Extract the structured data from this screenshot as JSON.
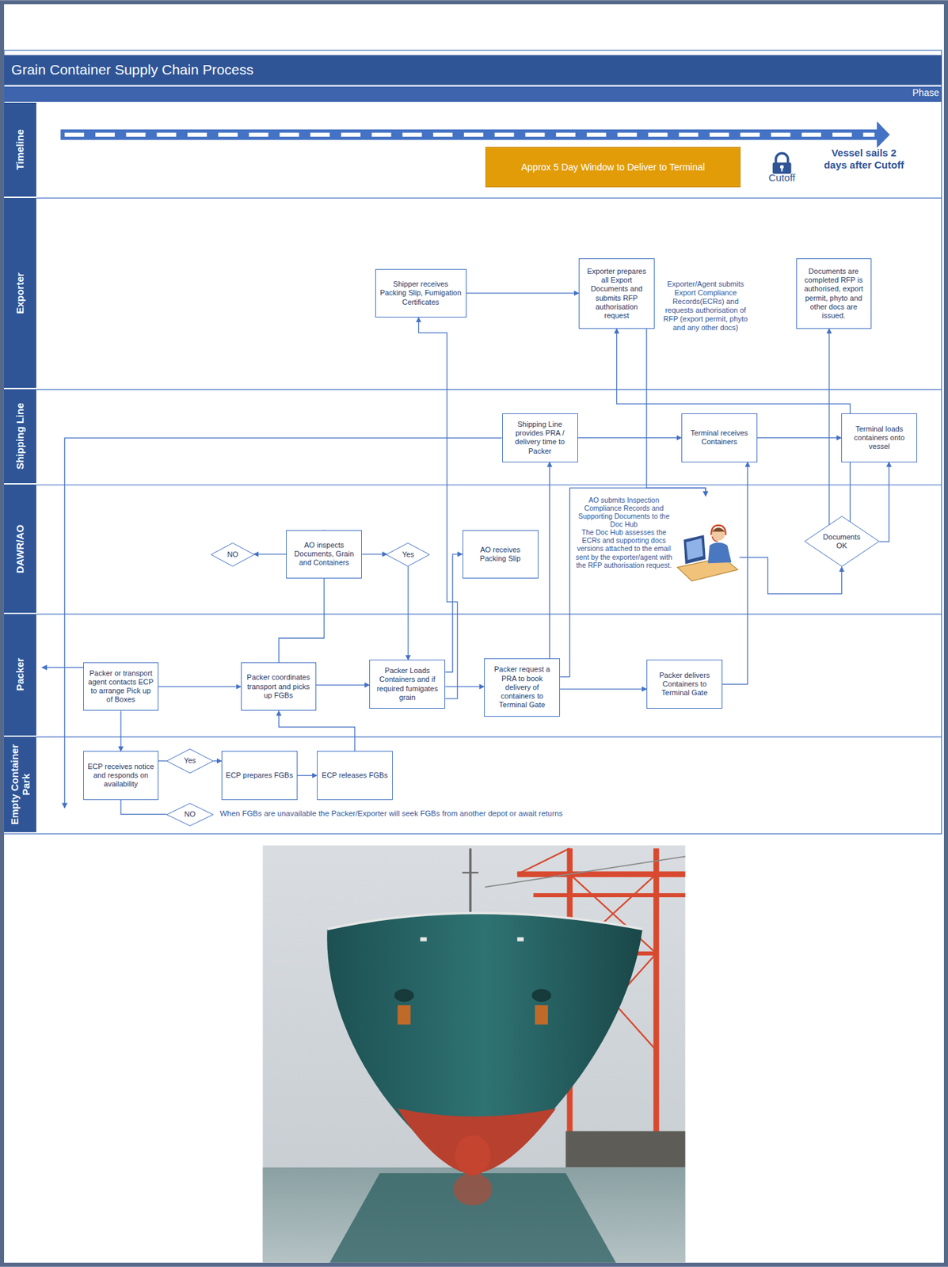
{
  "diagram": {
    "title": "Grain Container Supply Chain Process",
    "nodes": [
      {
        "text": [
          "Timeline"
        ]
      },
      {
        "text": [
          "Approx 5 Day Window to Deliver to Terminal"
        ],
        "in": 0
      },
      {
        "text": [
          "Exporter"
        ]
      },
      {
        "text": [
          "Shipper receives Packing Slip, Fumigation Certificates"
        ],
        "in": 2
      },
      {
        "text": [
          "Exporter prepares all Export Documents and submits RFP authorisation request"
        ],
        "in": 2
      },
      {
        "text": [
          "Documents are completed RFP is authorised, export permit, phyto and other docs are issued."
        ],
        "in": 2
      },
      {
        "text": [
          "Shipping Line"
        ]
      },
      {
        "text": [
          "Shipping Line provides PRA / delivery time to Packer"
        ],
        "in": 6
      },
      {
        "text": [
          "Terminal receives Containers"
        ],
        "in": 6
      },
      {
        "text": [
          "Terminal loads containers onto vessel"
        ],
        "in": 6
      },
      {
        "text": [
          "DAWR/AO"
        ]
      },
      {
        "text": [
          "NO"
        ],
        "in": 10
      },
      {
        "text": [
          "AO inspects Documents, Grain and Containers"
        ],
        "in": 10
      },
      {
        "text": [
          "Yes"
        ],
        "in": 10
      },
      {
        "text": [
          "AO receives Packing Slip"
        ],
        "in": 10
      },
      {
        "text": [
          "AO submits Inspection Compliance Records and Supporting Documents to the Doc Hub",
          "The Doc Hub assesses the ECRs and supporting docs versions attached to the email sent by the exporter/agent with the RFP authorisation request."
        ],
        "in": 10
      },
      {
        "text": [
          "Documents OK"
        ],
        "in": 10
      },
      {
        "text": [
          "Packer"
        ]
      },
      {
        "text": [
          "Packer or transport agent contacts ECP to arrange Pick up of Boxes"
        ],
        "in": 17
      },
      {
        "text": [
          "Packer coordinates transport and picks up FGBs"
        ],
        "in": 17
      },
      {
        "text": [
          "Packer Loads Containers and if required fumigates grain"
        ],
        "in": 17
      },
      {
        "text": [
          "Packer request a PRA to book delivery of containers to Terminal Gate"
        ],
        "in": 17
      },
      {
        "text": [
          "Packer delivers Containers to Terminal Gate"
        ],
        "in": 17
      },
      {
        "text": [
          "Empty Container Park"
        ]
      },
      {
        "text": [
          "ECP receives notice and responds on availability"
        ],
        "in": 23
      },
      {
        "text": [
          "Yes"
        ],
        "in": 23
      },
      {
        "text": [
          "NO"
        ],
        "in": 23
      },
      {
        "text": [
          "ECP prepares FGBs"
        ],
        "in": 23
      },
      {
        "text": [
          "ECP releases FGBs"
        ],
        "in": 23
      }
    ],
    "edges": [
      {
        "from": 18,
        "to": 24,
        "arrow": "to"
      },
      {
        "from": 18,
        "to": 19,
        "arrow": "to"
      },
      {
        "from": 24,
        "to": 25,
        "arrow": "none"
      },
      {
        "from": 24,
        "to": 26,
        "arrow": "none"
      },
      {
        "from": 25,
        "to": 27,
        "arrow": "to"
      },
      {
        "from": 27,
        "to": 28,
        "arrow": "to"
      },
      {
        "from": 28,
        "to": 19,
        "arrow": "to"
      },
      {
        "from": 19,
        "to": 12,
        "arrow": "to"
      },
      {
        "from": 12,
        "to": 11,
        "arrow": "to"
      },
      {
        "from": 12,
        "to": 13,
        "arrow": "to"
      },
      {
        "from": 13,
        "to": 20,
        "arrow": "to"
      },
      {
        "from": 19,
        "to": 20,
        "arrow": "to"
      },
      {
        "from": 20,
        "to": 14,
        "arrow": "to"
      },
      {
        "from": 20,
        "to": 3,
        "arrow": "to"
      },
      {
        "from": 20,
        "to": 21,
        "arrow": "to"
      },
      {
        "from": 21,
        "to": 7,
        "arrow": "to"
      },
      {
        "from": 21,
        "to": 22,
        "arrow": "to"
      },
      {
        "from": 21,
        "to": 15,
        "arrow": "to"
      },
      {
        "from": 4,
        "to": 15,
        "arrow": "to"
      },
      {
        "from": 3,
        "to": 4,
        "arrow": "to"
      },
      {
        "from": 7,
        "to": 8,
        "arrow": "to"
      },
      {
        "from": 22,
        "to": 8,
        "arrow": "to"
      },
      {
        "from": 8,
        "to": 9,
        "arrow": "to"
      },
      {
        "from": 15,
        "to": 16,
        "arrow": "to"
      },
      {
        "from": 16,
        "to": 5,
        "arrow": "to"
      },
      {
        "from": 16,
        "to": 4,
        "arrow": "to"
      },
      {
        "from": 16,
        "to": 9,
        "arrow": "to"
      }
    ],
    "labels": [
      "Phase",
      "Cutoff",
      "Vessel sails 2 days after Cutoff",
      "Exporter/Agent submits Export Compliance Records(ECRs) and requests authorisation of RFP (export permit, phyto and any other docs)",
      "When FGBs are unavailable the Packer/Exporter will seek FGBs from another depot or await returns"
    ]
  }
}
